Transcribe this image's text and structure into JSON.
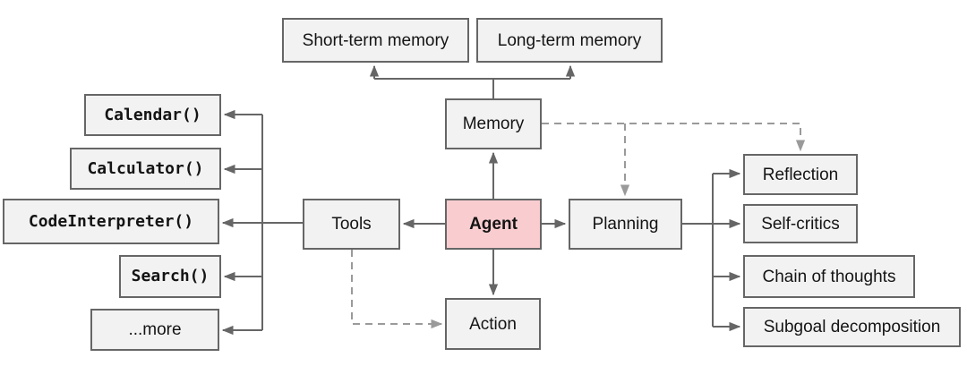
{
  "diagram": {
    "description": "Agent architecture overview diagram",
    "nodes": {
      "short_term_memory": {
        "label": "Short-term memory"
      },
      "long_term_memory": {
        "label": "Long-term memory"
      },
      "memory": {
        "label": "Memory"
      },
      "agent": {
        "label": "Agent"
      },
      "tools": {
        "label": "Tools"
      },
      "planning": {
        "label": "Planning"
      },
      "action": {
        "label": "Action"
      },
      "calendar": {
        "label": "Calendar()"
      },
      "calculator": {
        "label": "Calculator()"
      },
      "code_interpreter": {
        "label": "CodeInterpreter()"
      },
      "search": {
        "label": "Search()"
      },
      "more": {
        "label": "...more"
      },
      "reflection": {
        "label": "Reflection"
      },
      "self_critics": {
        "label": "Self-critics"
      },
      "chain_of_thoughts": {
        "label": "Chain of thoughts"
      },
      "subgoal_decomposition": {
        "label": "Subgoal decomposition"
      }
    },
    "edges": {
      "solid": [
        {
          "from": "memory",
          "to": "short_term_memory"
        },
        {
          "from": "memory",
          "to": "long_term_memory"
        },
        {
          "from": "agent",
          "to": "memory"
        },
        {
          "from": "agent",
          "to": "tools"
        },
        {
          "from": "agent",
          "to": "planning"
        },
        {
          "from": "agent",
          "to": "action"
        },
        {
          "from": "tools",
          "to": "calendar"
        },
        {
          "from": "tools",
          "to": "calculator"
        },
        {
          "from": "tools",
          "to": "code_interpreter"
        },
        {
          "from": "tools",
          "to": "search"
        },
        {
          "from": "tools",
          "to": "more"
        },
        {
          "from": "planning",
          "to": "reflection"
        },
        {
          "from": "planning",
          "to": "self_critics"
        },
        {
          "from": "planning",
          "to": "chain_of_thoughts"
        },
        {
          "from": "planning",
          "to": "subgoal_decomposition"
        }
      ],
      "dashed": [
        {
          "from": "memory",
          "to": "planning"
        },
        {
          "from": "memory",
          "to": "reflection"
        },
        {
          "from": "tools",
          "to": "action"
        }
      ]
    },
    "colors": {
      "background": "#ffffff",
      "box_fill": "#f2f2f2",
      "box_border": "#666666",
      "agent_fill": "#f9cdd0",
      "solid_line": "#666666",
      "dashed_line": "#9a9a9a",
      "text": "#141414"
    }
  }
}
